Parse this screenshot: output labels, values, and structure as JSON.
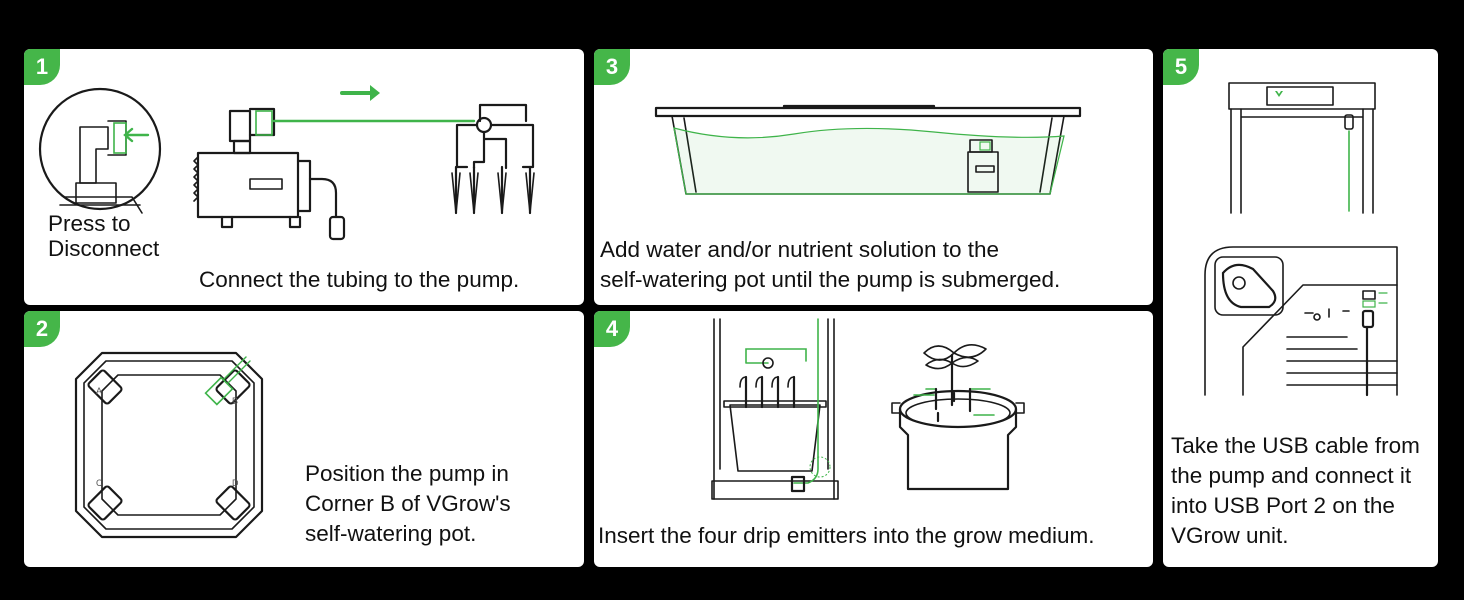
{
  "accent_color": "#45b649",
  "steps": [
    {
      "number": "1",
      "callout_line1": "Press to",
      "callout_line2": "Disconnect",
      "caption": "Connect the tubing to the pump."
    },
    {
      "number": "2",
      "caption_lines": [
        "Position the pump in",
        "Corner B of VGrow's",
        "self-watering pot."
      ],
      "corner_labels": [
        "A",
        "B",
        "C",
        "D"
      ]
    },
    {
      "number": "3",
      "caption_lines": [
        "Add water and/or nutrient solution to the",
        "self-watering pot until the pump is submerged."
      ]
    },
    {
      "number": "4",
      "caption": "Insert the four drip emitters into the grow medium."
    },
    {
      "number": "5",
      "caption_lines": [
        "Take the USB cable from",
        "the pump and connect it",
        "into USB Port 2 on the",
        "VGrow unit."
      ]
    }
  ]
}
